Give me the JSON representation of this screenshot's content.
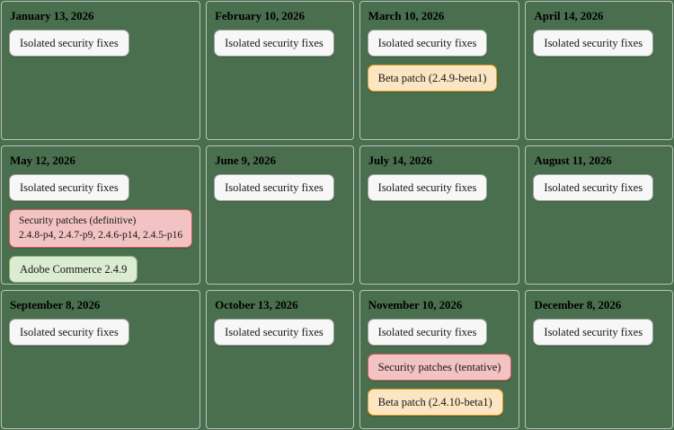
{
  "calendar": {
    "year": "2026",
    "colors": {
      "page_background": "#4a6f4f",
      "cell_border": "#b9c4bb",
      "chip_neutral_bg": "#f7f7f7",
      "chip_neutral_border": "#9aa09b",
      "chip_beta_bg": "#fbe5c3",
      "chip_beta_border": "#e8a11c",
      "chip_security_bg": "#f3c3c3",
      "chip_security_border": "#d25f5f",
      "chip_release_bg": "#dcecd2",
      "chip_release_border": "#86b271"
    },
    "months": [
      {
        "date": "January 13, 2026",
        "events": [
          {
            "kind": "neutral",
            "label": "Isolated security fixes"
          }
        ]
      },
      {
        "date": "February 10, 2026",
        "events": [
          {
            "kind": "neutral",
            "label": "Isolated security fixes"
          }
        ]
      },
      {
        "date": "March 10, 2026",
        "events": [
          {
            "kind": "neutral",
            "label": "Isolated security fixes"
          },
          {
            "kind": "beta",
            "label": "Beta patch (2.4.9-beta1)"
          }
        ]
      },
      {
        "date": "April 14, 2026",
        "events": [
          {
            "kind": "neutral",
            "label": "Isolated security fixes"
          }
        ]
      },
      {
        "date": "May 12, 2026",
        "events": [
          {
            "kind": "neutral",
            "label": "Isolated security fixes"
          },
          {
            "kind": "security",
            "label": "Security patches (definitive)",
            "line2": "2.4.8-p4, 2.4.7-p9, 2.4.6-p14, 2.4.5-p16"
          },
          {
            "kind": "release",
            "label": "Adobe Commerce 2.4.9"
          }
        ]
      },
      {
        "date": "June 9, 2026",
        "events": [
          {
            "kind": "neutral",
            "label": "Isolated security fixes"
          }
        ]
      },
      {
        "date": "July 14, 2026",
        "events": [
          {
            "kind": "neutral",
            "label": "Isolated security fixes"
          }
        ]
      },
      {
        "date": "August 11, 2026",
        "events": [
          {
            "kind": "neutral",
            "label": "Isolated security fixes"
          }
        ]
      },
      {
        "date": "September 8, 2026",
        "events": [
          {
            "kind": "neutral",
            "label": "Isolated security fixes"
          }
        ]
      },
      {
        "date": "October 13, 2026",
        "events": [
          {
            "kind": "neutral",
            "label": "Isolated security fixes"
          }
        ]
      },
      {
        "date": "November 10, 2026",
        "events": [
          {
            "kind": "neutral",
            "label": "Isolated security fixes"
          },
          {
            "kind": "security",
            "label": "Security patches (tentative)"
          },
          {
            "kind": "beta",
            "label": "Beta patch (2.4.10-beta1)"
          }
        ]
      },
      {
        "date": "December 8, 2026",
        "events": [
          {
            "kind": "neutral",
            "label": "Isolated security fixes"
          }
        ]
      }
    ]
  }
}
